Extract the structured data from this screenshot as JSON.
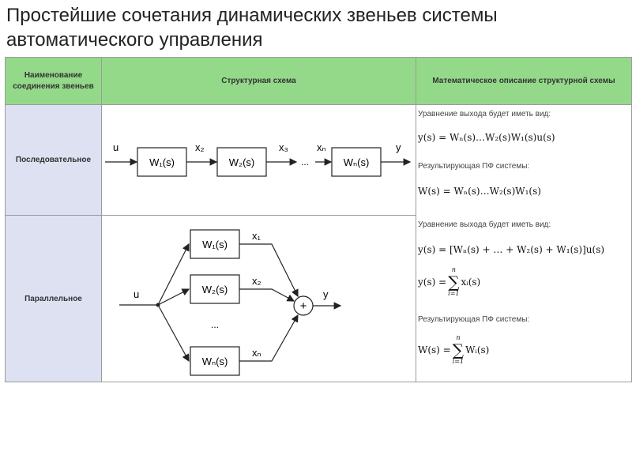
{
  "title": {
    "line1": "Простейшие сочетания динамических звеньев системы",
    "line2": "автоматического управления"
  },
  "table": {
    "headers": {
      "col1": "Наименование соединения звеньев",
      "col2": "Структурная схема",
      "col3": "Математическое описание структурной схемы"
    },
    "rows": [
      {
        "name": "Последовательное",
        "diagram": {
          "input": "u",
          "blocks": [
            "W₁(s)",
            "W₂(s)",
            "Wₙ(s)"
          ],
          "signals": [
            "x₂",
            "x₃",
            "xₙ"
          ],
          "dots": "...",
          "output": "y"
        },
        "math": {
          "label1": "Уравнение выхода будет иметь вид:",
          "eq1": "y(s) = Wₙ(s)…W₂(s)W₁(s)u(s)",
          "label2": "Результирующая ПФ системы:",
          "eq2": "W(s) = Wₙ(s)…W₂(s)W₁(s)"
        }
      },
      {
        "name": "Параллельное",
        "diagram": {
          "input": "u",
          "blocks": [
            "W₁(s)",
            "W₂(s)",
            "Wₙ(s)"
          ],
          "signals": [
            "x₁",
            "x₂",
            "xₙ"
          ],
          "dots": "...",
          "sum": "+",
          "output": "y"
        },
        "math": {
          "label1": "Уравнение выхода будет иметь вид:",
          "eq1": "y(s) = [Wₙ(s) + … + W₂(s) + W₁(s)]u(s)",
          "eq2_lhs": "y(s) =",
          "eq2_sum_top": "n",
          "eq2_sum": "∑",
          "eq2_sum_bottom": "i=1",
          "eq2_rhs": "xᵢ(s)",
          "label2": "Результирующая ПФ системы:",
          "eq3_lhs": "W(s) =",
          "eq3_sum_top": "n",
          "eq3_sum": "∑",
          "eq3_sum_bottom": "i=1",
          "eq3_rhs": "Wᵢ(s)"
        }
      }
    ]
  }
}
